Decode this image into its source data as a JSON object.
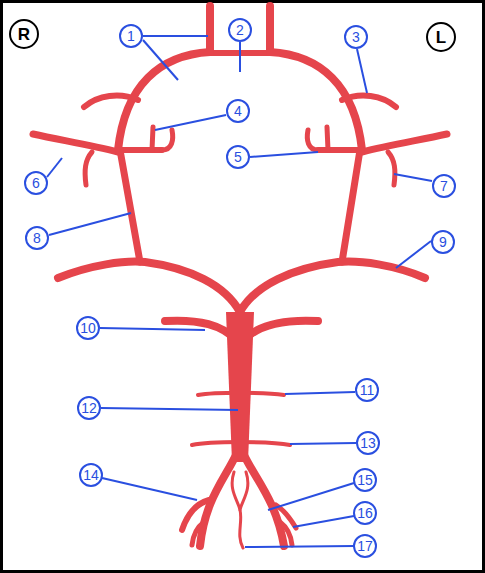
{
  "diagram": {
    "nodes": [
      {
        "text": [
          "R"
        ]
      },
      {
        "text": [
          "1"
        ]
      },
      {
        "text": [
          "2"
        ]
      },
      {
        "text": [
          "3"
        ]
      },
      {
        "text": [
          "L"
        ]
      },
      {
        "text": [
          "4"
        ]
      },
      {
        "text": [
          "5"
        ]
      },
      {
        "text": [
          "6"
        ]
      },
      {
        "text": [
          "7"
        ]
      },
      {
        "text": [
          "8"
        ]
      },
      {
        "text": [
          "9"
        ]
      },
      {
        "text": [
          "10"
        ]
      },
      {
        "text": [
          "11"
        ]
      },
      {
        "text": [
          "12"
        ]
      },
      {
        "text": [
          "13"
        ]
      },
      {
        "text": [
          "14"
        ]
      },
      {
        "text": [
          "15"
        ]
      },
      {
        "text": [
          "16"
        ]
      },
      {
        "text": [
          "17"
        ]
      }
    ]
  }
}
